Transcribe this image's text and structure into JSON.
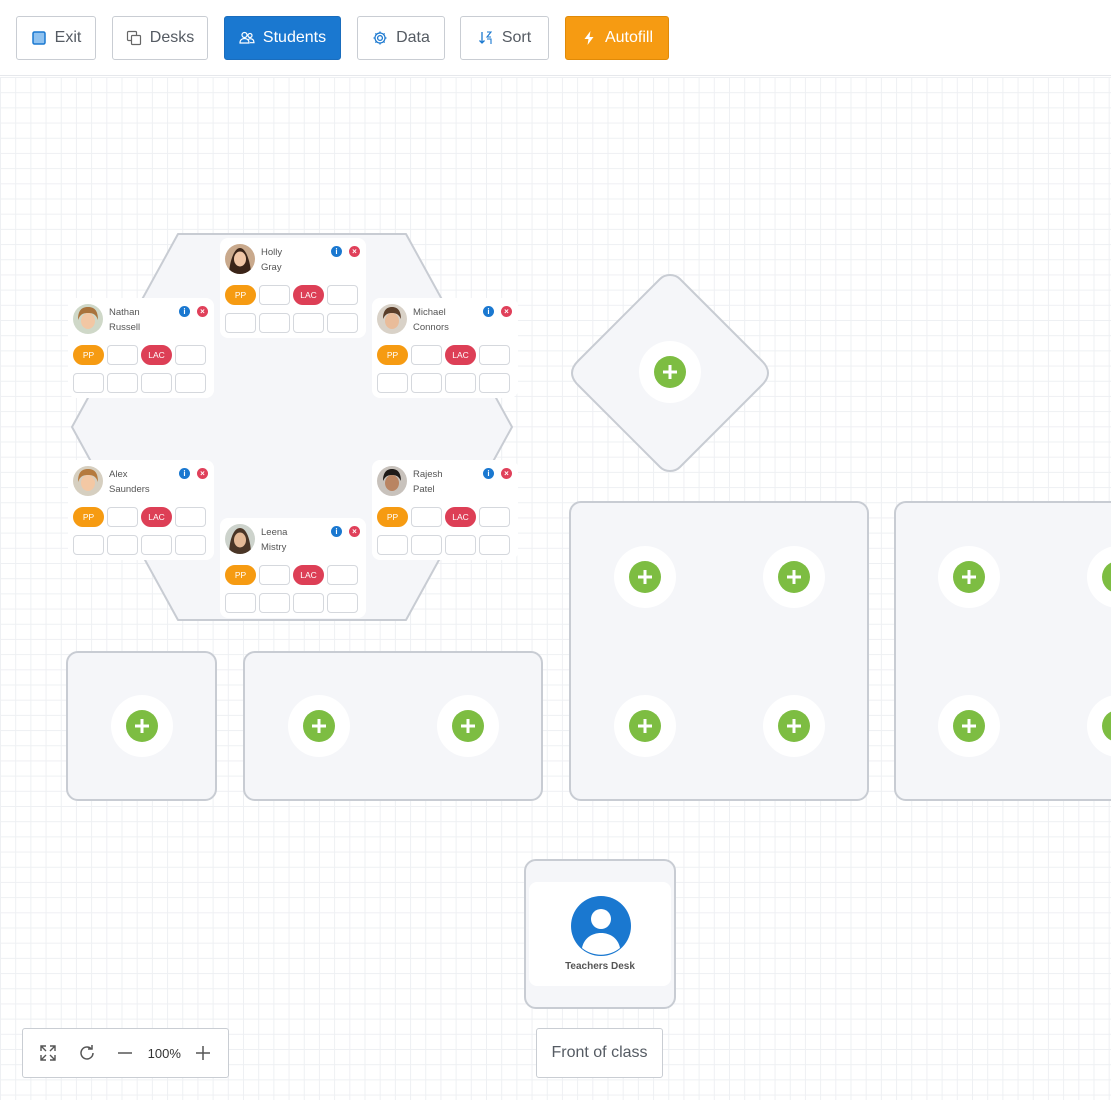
{
  "toolbar": {
    "exit": "Exit",
    "desks": "Desks",
    "students": "Students",
    "data": "Data",
    "sort": "Sort",
    "autofill": "Autofill"
  },
  "students": [
    {
      "first": "Holly",
      "last": "Gray",
      "tag1": "PP",
      "tag2": "LAC"
    },
    {
      "first": "Nathan",
      "last": "Russell",
      "tag1": "PP",
      "tag2": "LAC"
    },
    {
      "first": "Michael",
      "last": "Connors",
      "tag1": "PP",
      "tag2": "LAC"
    },
    {
      "first": "Alex",
      "last": "Saunders",
      "tag1": "PP",
      "tag2": "LAC"
    },
    {
      "first": "Rajesh",
      "last": "Patel",
      "tag1": "PP",
      "tag2": "LAC"
    },
    {
      "first": "Leena",
      "last": "Mistry",
      "tag1": "PP",
      "tag2": "LAC"
    }
  ],
  "teacher_desk": {
    "label": "Teachers Desk"
  },
  "zoom": {
    "level": "100%"
  },
  "front_of_class": "Front of class",
  "colors": {
    "primary": "#1a78d0",
    "autofill": "#f69b12",
    "add": "#7dbd42",
    "lac": "#dd3f56",
    "delete": "#e0405a"
  }
}
